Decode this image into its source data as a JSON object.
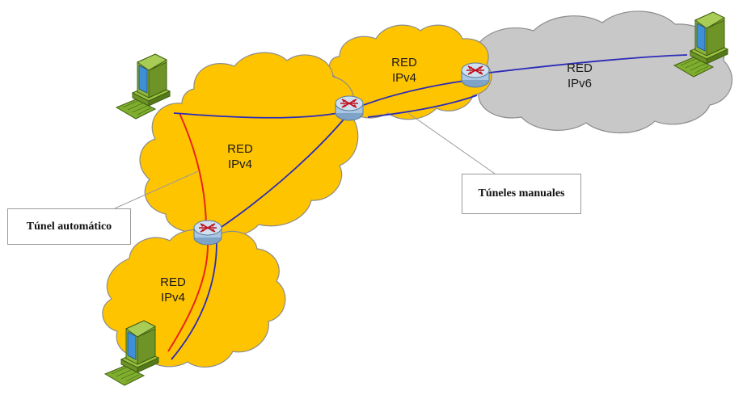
{
  "colors": {
    "ipv4_cloud": "#FFC400",
    "ipv6_cloud": "#C8C8C8",
    "cloud_outline": "#8C8C8C",
    "tunnel_automatic": "#E8231C",
    "tunnel_manual": "#2B2BB8",
    "router_body": "#A9C6E2",
    "router_arrows": "#C0101C",
    "pc_case": "#8DB33A",
    "pc_screen": "#3E8FD6"
  },
  "clouds": [
    {
      "id": "ipv4-center",
      "line1": "RED",
      "line2": "IPv4",
      "type": "IPv4"
    },
    {
      "id": "ipv4-top",
      "line1": "RED",
      "line2": "IPv4",
      "type": "IPv4"
    },
    {
      "id": "ipv6-right",
      "line1": "RED",
      "line2": "IPv6",
      "type": "IPv6"
    },
    {
      "id": "ipv4-bottom",
      "line1": "RED",
      "line2": "IPv4",
      "type": "IPv4"
    }
  ],
  "callouts": {
    "automatic": "Túnel automático",
    "manual": "Túneles manuales"
  },
  "icons": {
    "router": "router-icon",
    "computer": "desktop-computer-icon"
  }
}
